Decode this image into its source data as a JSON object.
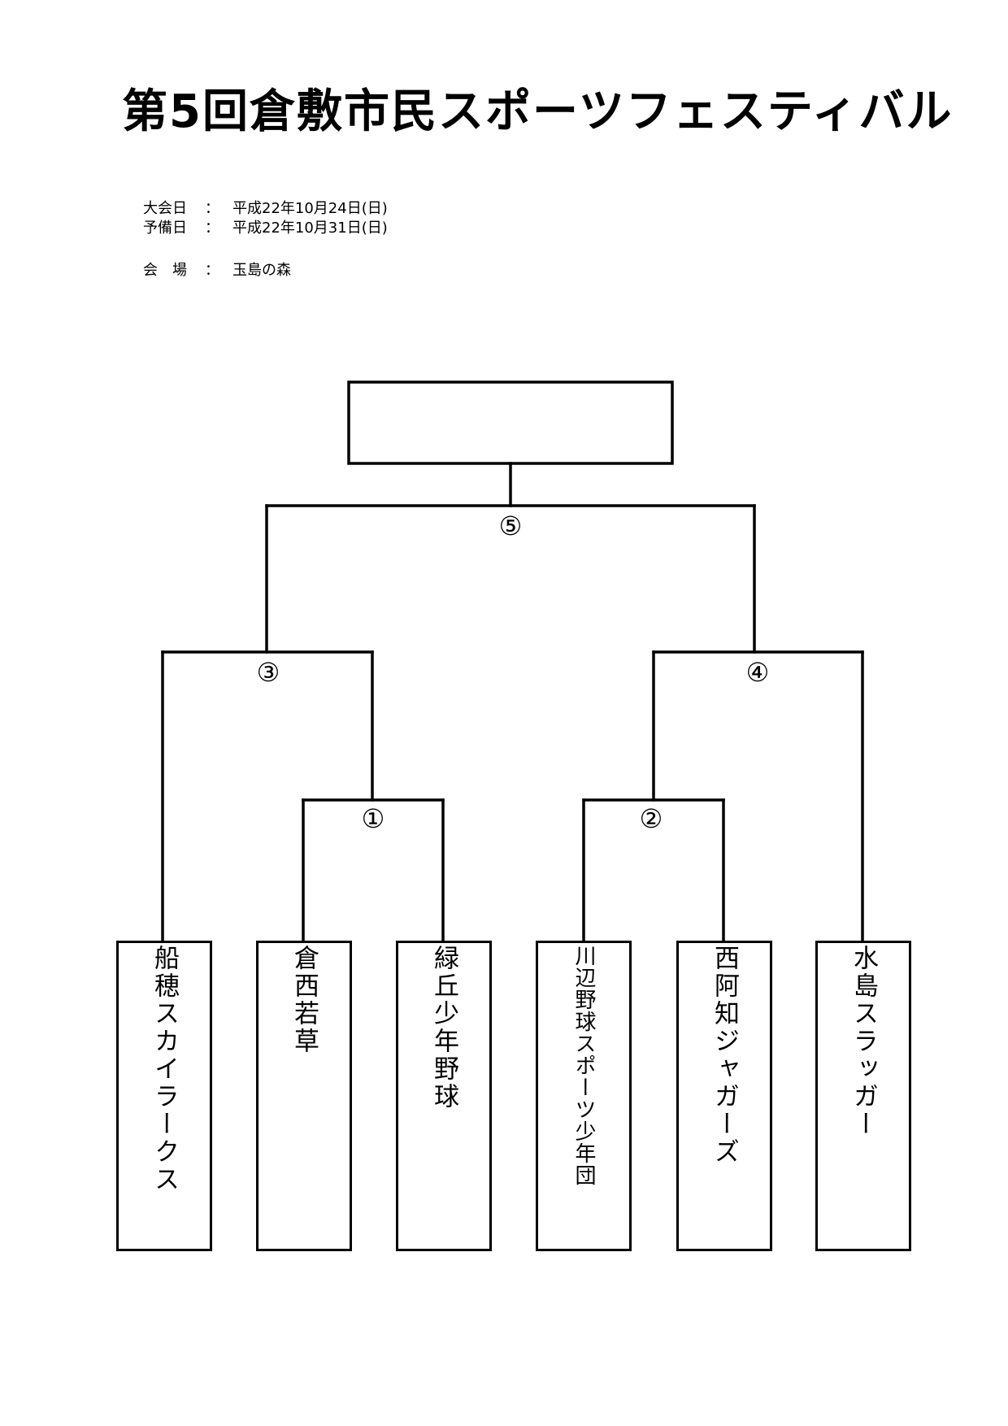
{
  "title": "第5回倉敷市民スポーツフェスティバル",
  "info": [
    {
      "label": "大会日",
      "colon": "：",
      "value": "平成22年10月24日(日)"
    },
    {
      "label": "予備日",
      "colon": "：",
      "value": "平成22年10月31日(日)"
    },
    {
      "label": "会　場",
      "colon": "：",
      "value": "玉島の森"
    }
  ],
  "bracket": {
    "champion": "",
    "matches": [
      "①",
      "②",
      "③",
      "④",
      "⑤"
    ],
    "teams": [
      "船穂スカイラークス",
      "倉西若草",
      "緑丘少年野球",
      "川辺野球スポーツ少年団",
      "西阿知ジャガーズ",
      "水島スラッガー"
    ]
  },
  "colors": {
    "line": "#000000",
    "background": "#ffffff"
  }
}
